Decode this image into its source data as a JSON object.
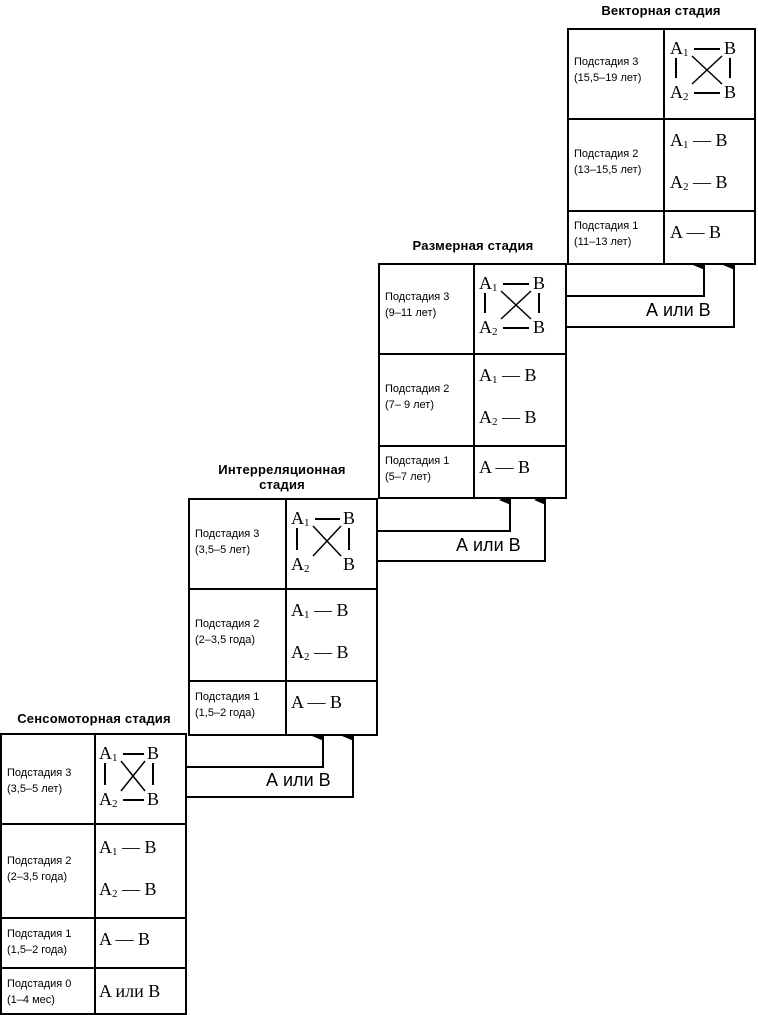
{
  "stages": [
    {
      "id": "sensorimotor",
      "title": "Сенсомоторная стадия",
      "substages": [
        {
          "label": "Подстадия 3",
          "age": "(3,5–5 лет)",
          "formula_type": "cross"
        },
        {
          "label": "Подстадия 2",
          "age": "(2–3,5 года)",
          "formula_type": "pair"
        },
        {
          "label": "Подстадия 1",
          "age": "(1,5–2 года)",
          "formula_type": "single",
          "formula": "A — B"
        },
        {
          "label": "Подстадия 0",
          "age": "(1–4 мес)",
          "formula_type": "or",
          "formula": "A или B"
        }
      ]
    },
    {
      "id": "interrelational",
      "title_lines": [
        "Интерреляционная",
        "стадия"
      ],
      "substages": [
        {
          "label": "Подстадия 3",
          "age": "(3,5–5 лет)",
          "formula_type": "cross"
        },
        {
          "label": "Подстадия 2",
          "age": "(2–3,5 года)",
          "formula_type": "pair"
        },
        {
          "label": "Подстадия 1",
          "age": "(1,5–2 года)",
          "formula_type": "single",
          "formula": "A — B"
        }
      ]
    },
    {
      "id": "dimensional",
      "title": "Размерная стадия",
      "substages": [
        {
          "label": "Подстадия 3",
          "age": "(9–11 лет)",
          "formula_type": "cross"
        },
        {
          "label": "Подстадия 2",
          "age": "(7– 9 лет)",
          "formula_type": "pair"
        },
        {
          "label": "Подстадия 1",
          "age": "(5–7 лет)",
          "formula_type": "single",
          "formula": "A — B"
        }
      ]
    },
    {
      "id": "vector",
      "title": "Векторная стадия",
      "substages": [
        {
          "label": "Подстадия 3",
          "age": "(15,5–19 лет)",
          "formula_type": "cross"
        },
        {
          "label": "Подстадия 2",
          "age": "(13–15,5 лет)",
          "formula_type": "pair"
        },
        {
          "label": "Подстадия 1",
          "age": "(11–13 лет)",
          "formula_type": "single",
          "formula": "A — B"
        }
      ]
    }
  ],
  "symbols": {
    "a": "A",
    "b": "B",
    "sub1": "1",
    "sub2": "2",
    "dash": "—"
  },
  "transition_label": "А или В"
}
